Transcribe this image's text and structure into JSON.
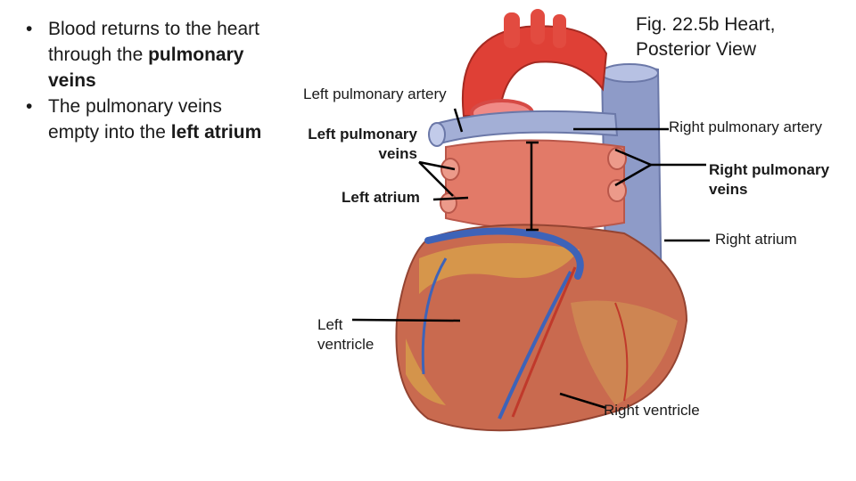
{
  "bullets": [
    {
      "pre": "Blood returns to the heart through the ",
      "bold": "pulmonary veins",
      "post": ""
    },
    {
      "pre": "The pulmonary veins empty into the ",
      "bold": "left atrium",
      "post": ""
    }
  ],
  "figure": {
    "title": "Fig. 22.5b  Heart,\nPosterior View",
    "labels": {
      "left_pulmonary_artery": "Left pulmonary artery",
      "left_pulmonary_veins": "Left pulmonary veins",
      "left_atrium": "Left atrium",
      "right_pulmonary_artery": "Right pulmonary artery",
      "right_pulmonary_veins": "Right pulmonary veins",
      "right_atrium": "Right atrium",
      "left_ventricle": "Left ventricle",
      "right_ventricle": "Right ventricle"
    }
  },
  "colors": {
    "ventricle": "#c96a4f",
    "fat": "#d9a64a",
    "atrium": "#e07a6a",
    "aorta": "#e0443a",
    "vein_blue": "#9aa7d0",
    "coronary_vein": "#3e63b8",
    "leader_line": "#000000"
  }
}
